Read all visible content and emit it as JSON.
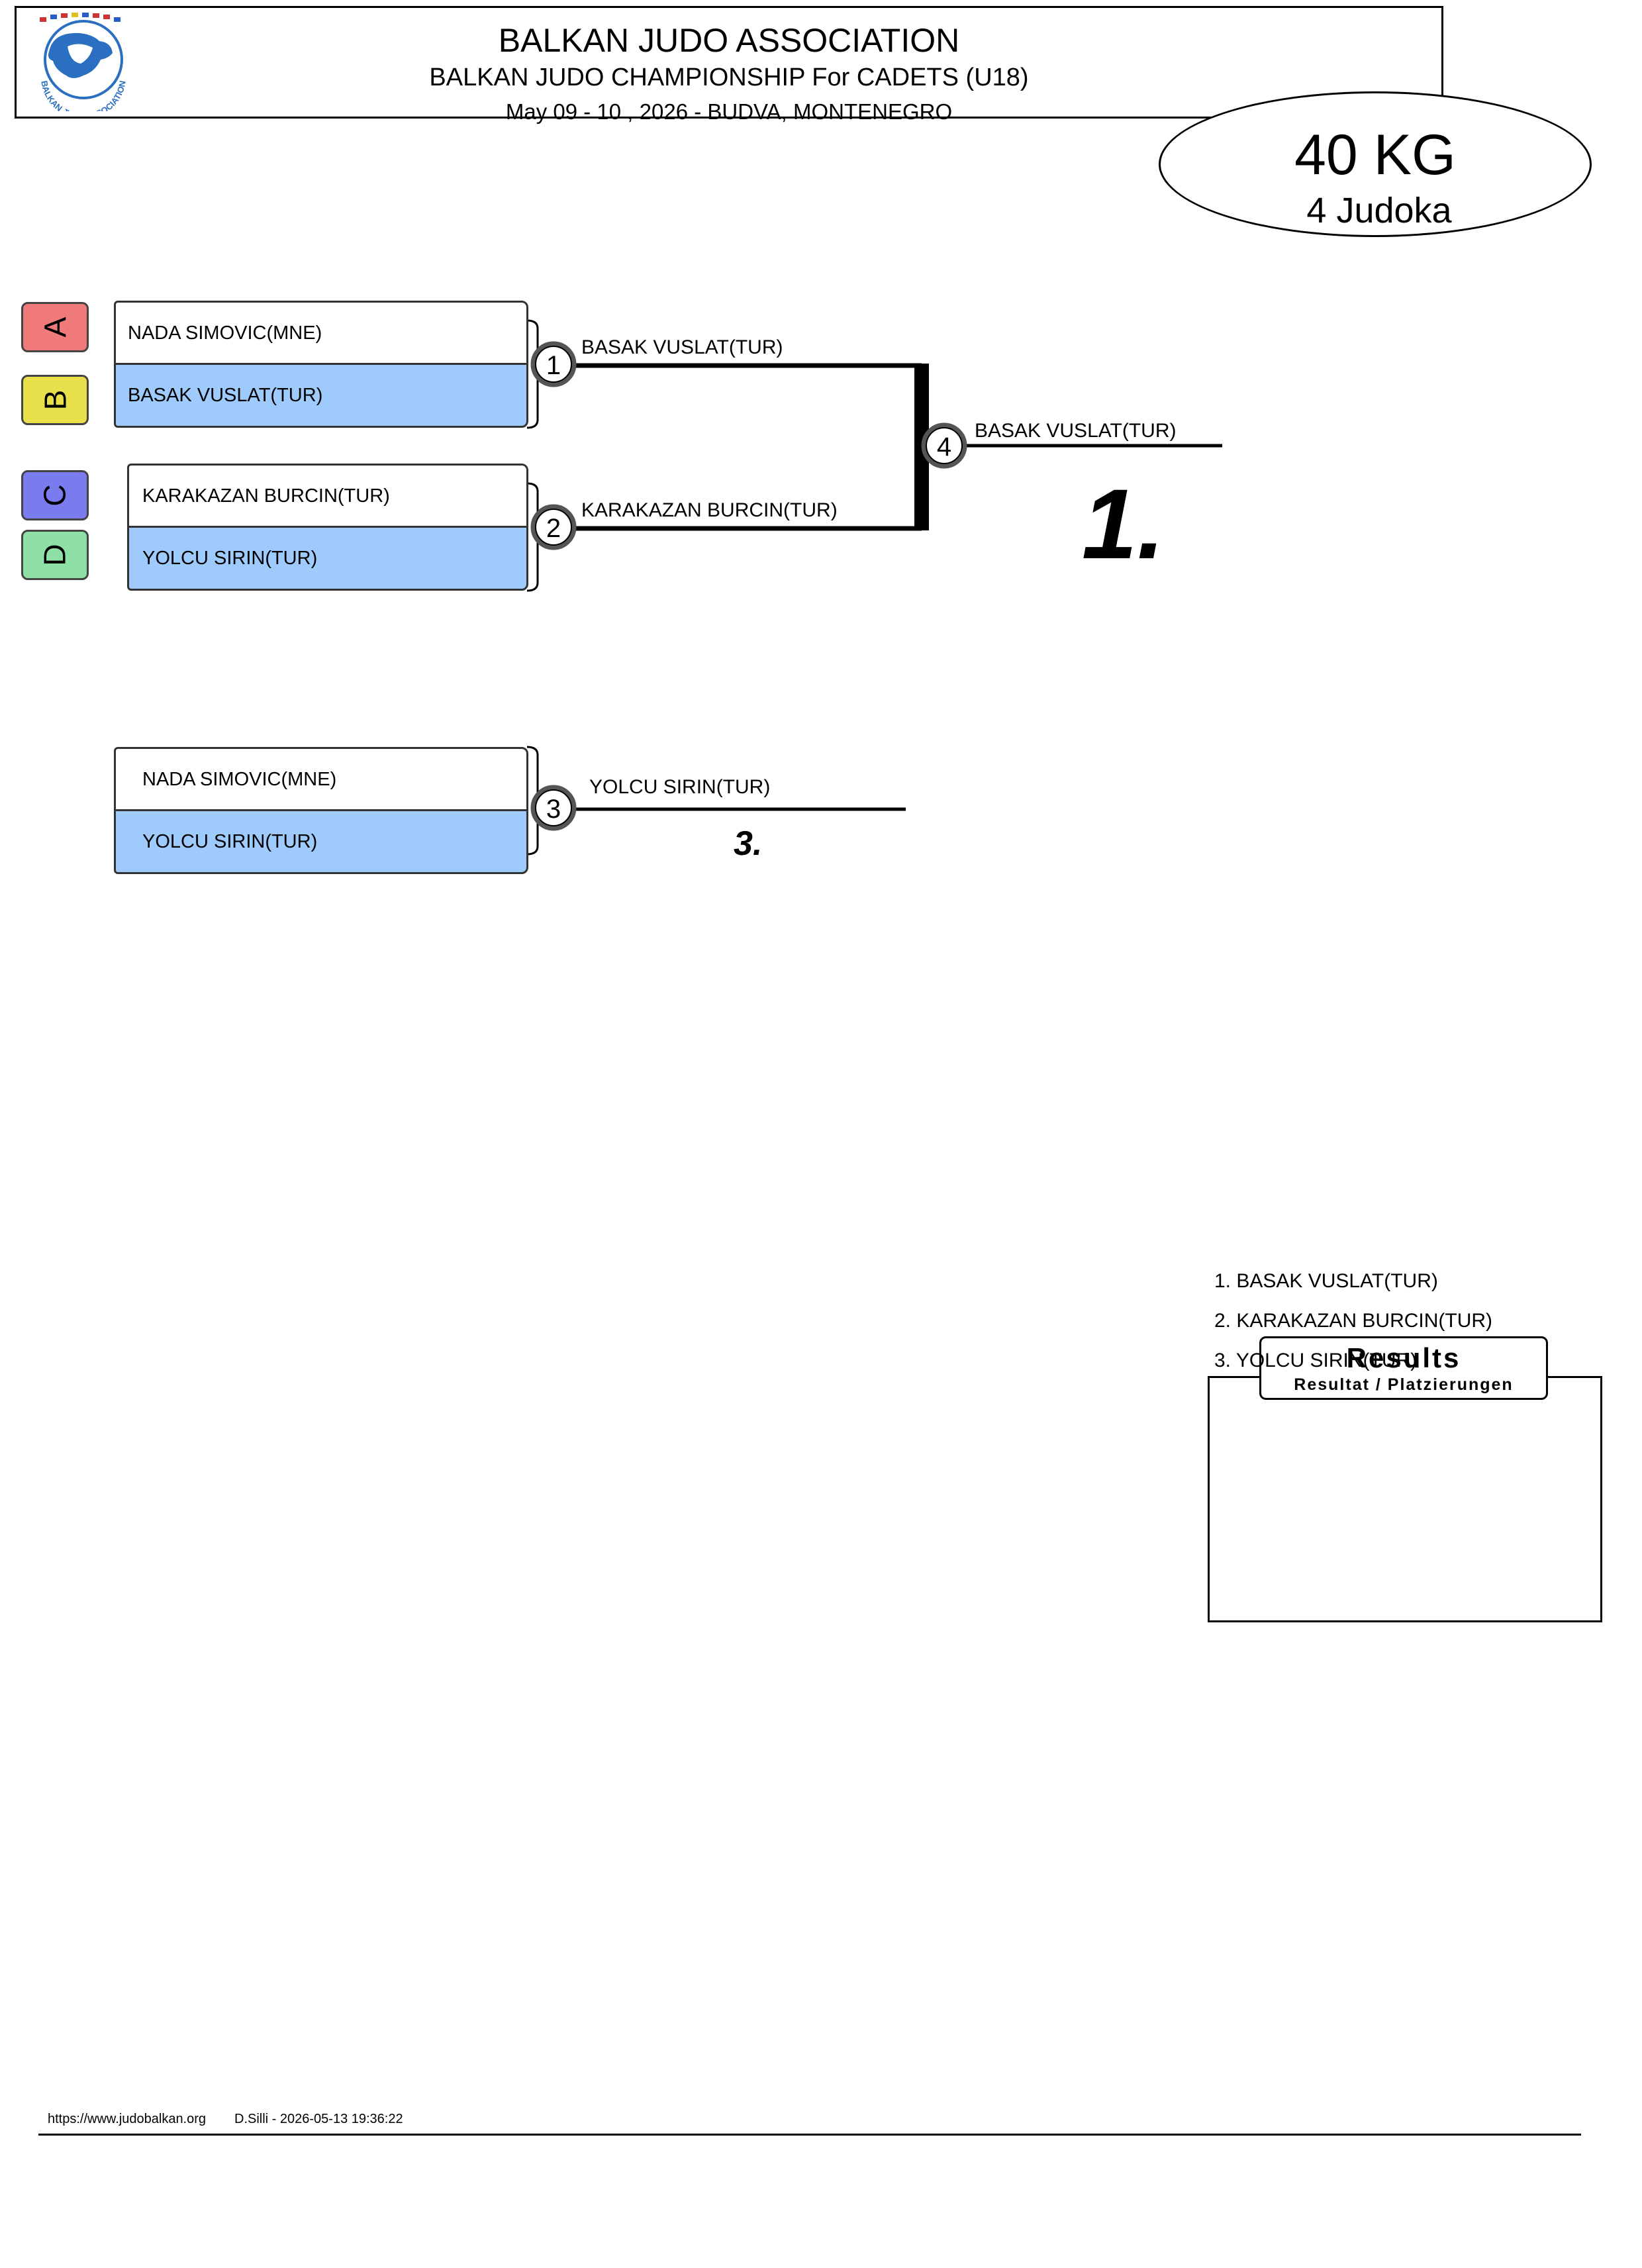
{
  "header": {
    "title": "BALKAN JUDO ASSOCIATION",
    "subtitle": "BALKAN JUDO CHAMPIONSHIP For CADETS (U18)",
    "date_location": "May 09 - 10 , 2026 - BUDVA, MONTENEGRO",
    "logo_text": "BALKAN JUDO ASSOCIATION"
  },
  "category": {
    "weight": "40 KG",
    "count": "4 Judoka"
  },
  "pools": [
    "A",
    "B",
    "C",
    "D"
  ],
  "competitors": {
    "fight1_top": "NADA SIMOVIC(MNE)",
    "fight1_bottom": "BASAK VUSLAT(TUR)",
    "fight2_top": "KARAKAZAN BURCIN(TUR)",
    "fight2_bottom": "YOLCU SIRIN(TUR)",
    "fight3_top": "NADA SIMOVIC(MNE)",
    "fight3_bottom": "YOLCU SIRIN(TUR)"
  },
  "fights": {
    "numbers": [
      "1",
      "2",
      "3",
      "4"
    ],
    "winner1": "BASAK VUSLAT(TUR)",
    "winner2": "KARAKAZAN BURCIN(TUR)",
    "winner3": "YOLCU SIRIN(TUR)",
    "winner4": "BASAK VUSLAT(TUR)"
  },
  "places": {
    "first": "1.",
    "third": "3."
  },
  "results": {
    "title": "Results",
    "subtitle": "Resultat / Platzierungen",
    "lines": [
      "1. BASAK VUSLAT(TUR)",
      "2. KARAKAZAN BURCIN(TUR)",
      "3. YOLCU SIRIN(TUR)"
    ]
  },
  "footer": {
    "url": "https://www.judobalkan.org",
    "author_timestamp": "D.Silli - 2026-05-13 19:36:22"
  },
  "colors": {
    "pool_a": "#f07a7a",
    "pool_b": "#e8e04a",
    "pool_c": "#7b7bf0",
    "pool_d": "#8ee0a6",
    "winner_box": "#9ecbfb"
  }
}
